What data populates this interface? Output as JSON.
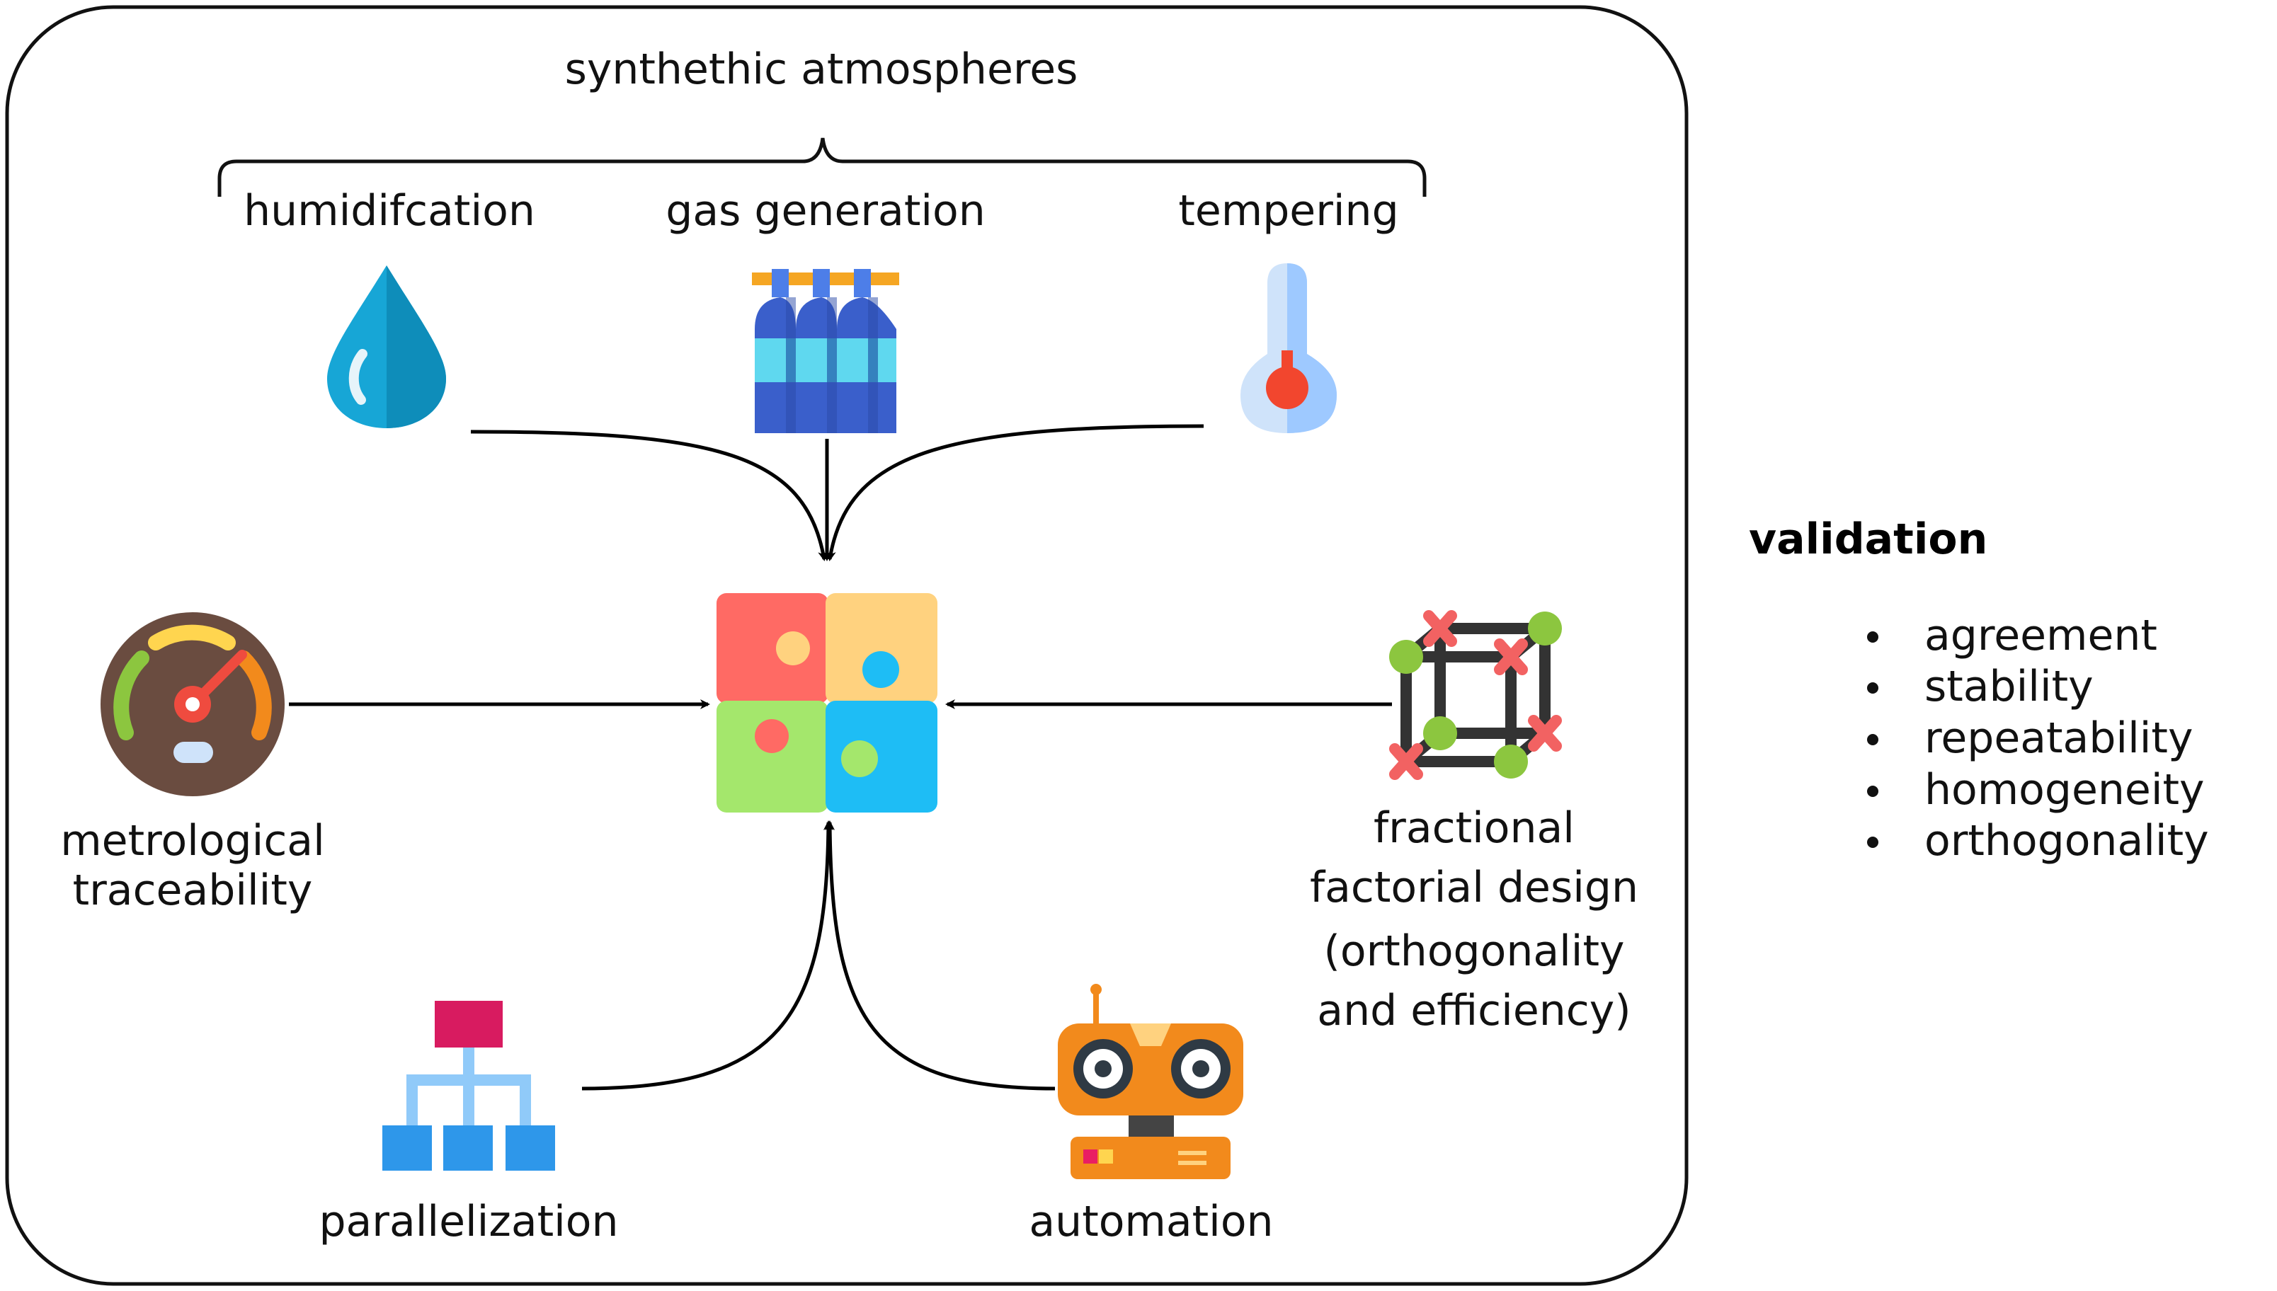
{
  "title": "synthethic atmospheres",
  "inputs": {
    "humidification": "humidifcation",
    "gas_generation": "gas generation",
    "tempering": "tempering"
  },
  "metrology": {
    "line1": "metrological",
    "line2": "traceability"
  },
  "design": {
    "line1": "fractional",
    "line2": "factorial design",
    "line3": "(orthogonality",
    "line4": "and efficiency)"
  },
  "parallelization": "parallelization",
  "automation": "automation",
  "validation": {
    "title": "validation",
    "items": [
      "agreement",
      "stability",
      "repeatability",
      "homogeneity",
      "orthogonality"
    ]
  },
  "colors": {
    "puzzle_red": "#FF6A64",
    "puzzle_yellow": "#FFD27F",
    "puzzle_green": "#A4E76C",
    "puzzle_blue": "#1EBDF5",
    "drop": "#17A6D6",
    "gas_bottle": "#3A5FCB",
    "thermometer": "#9EC9FF",
    "gauge_bg": "#6A4C40",
    "hierarchy": "#2E97EA",
    "hierarchy_top": "#D81B60",
    "robot": "#F28A1C"
  },
  "icons": [
    "water-drop-icon",
    "gas-bottles-icon",
    "thermometer-icon",
    "gauge-icon",
    "puzzle-icon",
    "cube-design-icon",
    "hierarchy-icon",
    "robot-icon"
  ]
}
